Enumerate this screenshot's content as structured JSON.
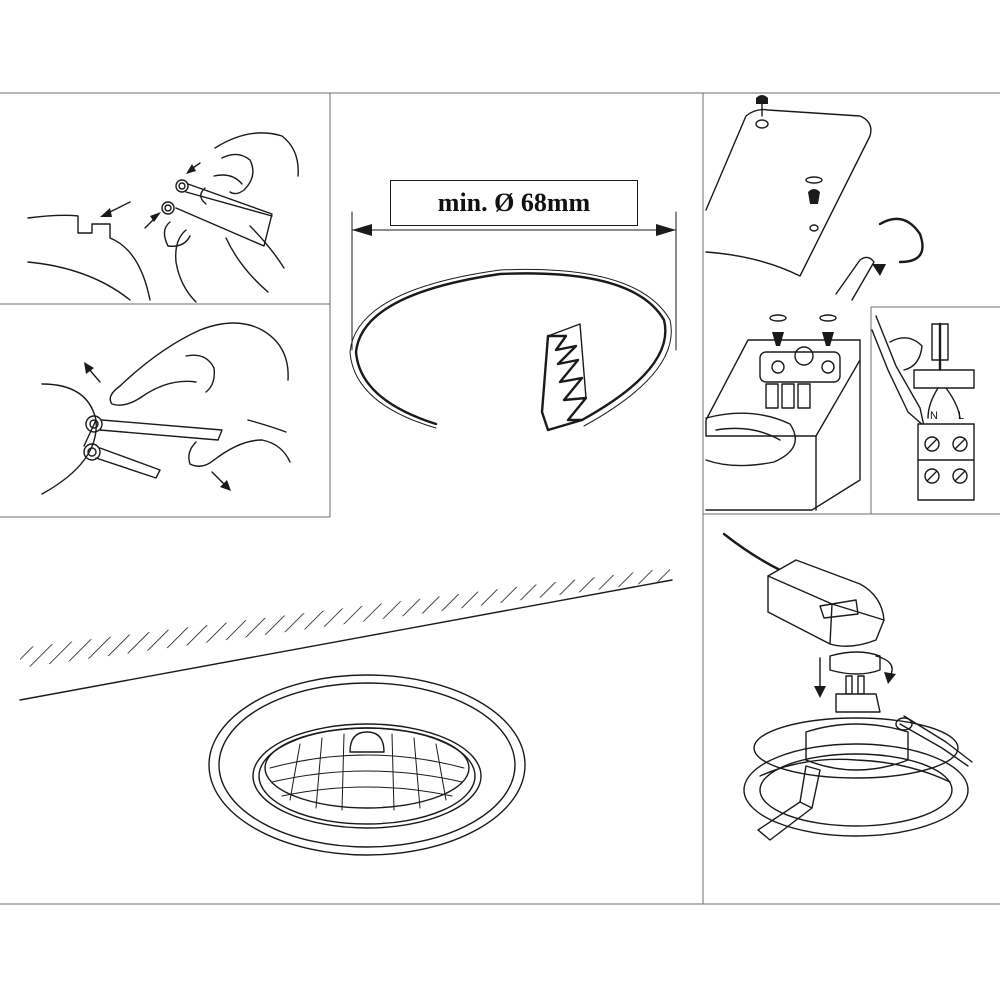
{
  "diagram": {
    "dimension_label": "min. Ø 68mm",
    "terminals": {
      "neutral": "N",
      "live": "L"
    }
  },
  "icons": {
    "hand": "hand-icon",
    "spring_clip": "spring-clip-icon",
    "arrow": "arrow-icon",
    "screw": "screw-icon",
    "screwdriver": "screwdriver-icon",
    "terminal_block": "terminal-block-icon",
    "lamp": "lamp-icon",
    "connector": "connector-icon"
  },
  "colors": {
    "line": "#1a1a1a",
    "frame": "#6d6d6d",
    "background": "#ffffff"
  }
}
